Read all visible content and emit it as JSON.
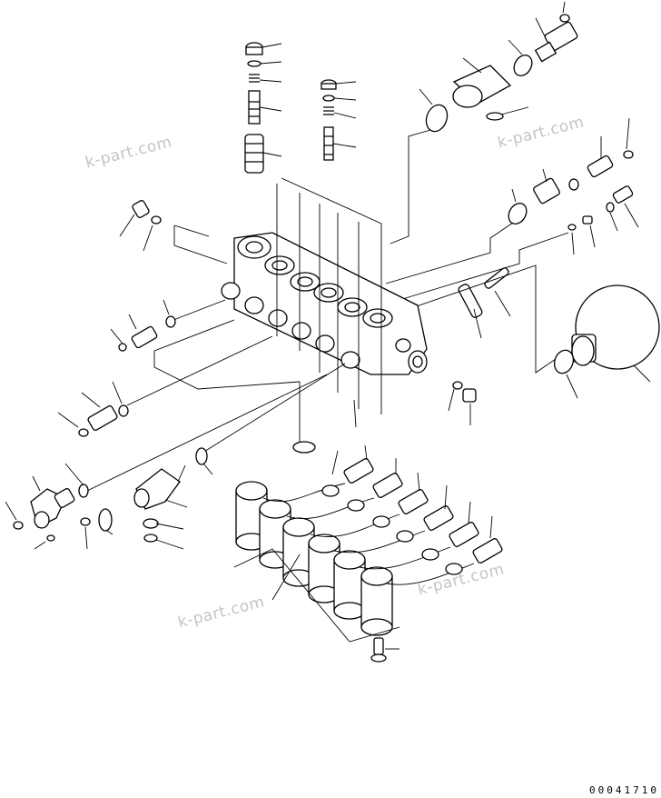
{
  "watermarks": [
    "k-part.com",
    "k-part.com",
    "k-part.com",
    "k-part.com"
  ],
  "drawing_code": "00041710"
}
